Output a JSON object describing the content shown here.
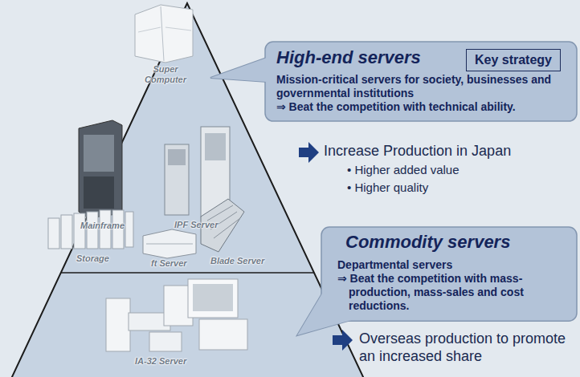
{
  "diagram": {
    "nodes": [
      {
        "text": [
          "High-end servers",
          "Mission-critical servers for society, businesses and governmental institutions",
          "⇒ Beat the competition with technical ability."
        ]
      },
      {
        "text": [
          "Key strategy"
        ],
        "in": 0
      },
      {
        "text": [
          "Commodity servers",
          "Departmental servers",
          "⇒ Beat the competition with mass-production, mass-sales and cost reductions."
        ]
      }
    ],
    "labels": [
      "Super Computer",
      "Mainframe",
      "IPF Server",
      "Storage",
      "ft Server",
      "Blade Server",
      "IA-32 Server",
      "Increase Production in Japan",
      "• Higher added value",
      "• Higher quality",
      "Overseas production to promote an increased share"
    ]
  }
}
